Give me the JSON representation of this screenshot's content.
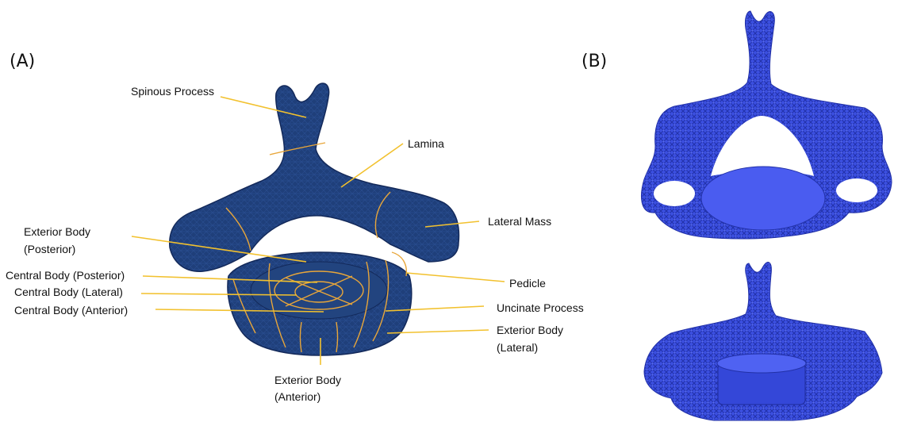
{
  "panels": {
    "a_label": "(A)",
    "b_label": "(B)"
  },
  "labels": {
    "spinous_process": "Spinous Process",
    "lamina": "Lamina",
    "lateral_mass": "Lateral Mass",
    "exterior_body_posterior_1": "Exterior Body",
    "exterior_body_posterior_2": "(Posterior)",
    "central_body_posterior": "Central Body (Posterior)",
    "central_body_lateral": "Central Body (Lateral)",
    "central_body_anterior": "Central Body (Anterior)",
    "pedicle": "Pedicle",
    "uncinate_process": "Uncinate Process",
    "exterior_body_lateral_1": "Exterior Body",
    "exterior_body_lateral_2": "(Lateral)",
    "exterior_body_anterior_1": "Exterior Body",
    "exterior_body_anterior_2": "(Anterior)"
  },
  "colors": {
    "model_fill": "#1f3f7a",
    "model_dark": "#13295a",
    "segment_lines": "#e8a63a",
    "leader_lines": "#f2c12e",
    "print_blue": "#3b4fe0",
    "print_dark": "#2231a8"
  }
}
